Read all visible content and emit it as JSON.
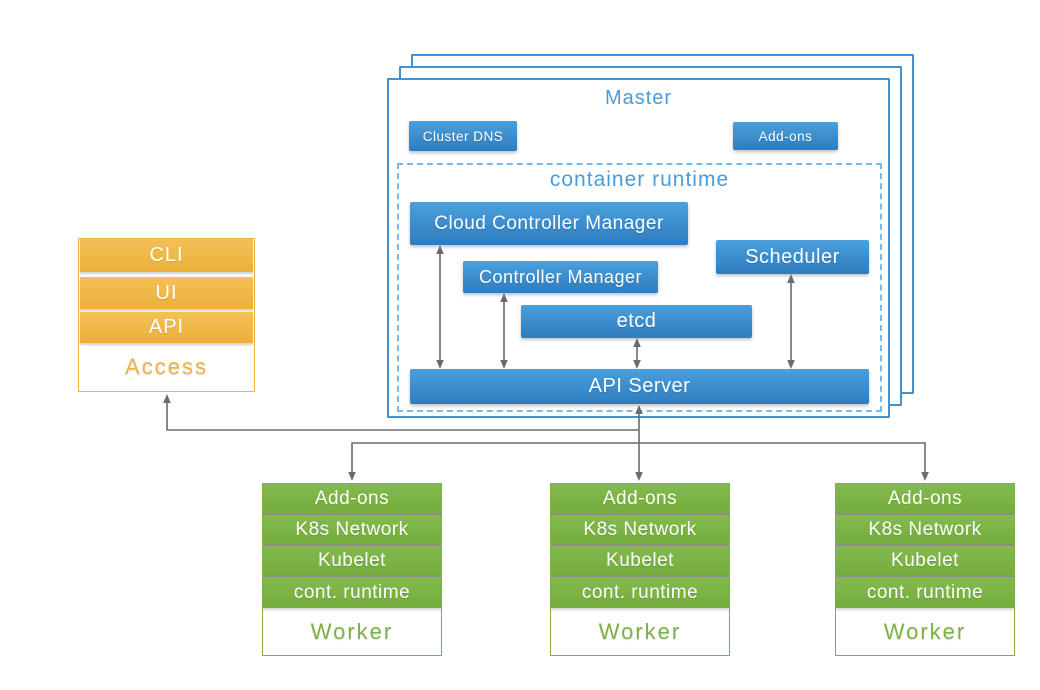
{
  "colors": {
    "master_border_blue": "#4292d2",
    "box_blue_top": "#4ba0dc",
    "box_blue_bottom": "#2e7cc0",
    "heading_light_blue": "#4a9bd9",
    "dashed_border_blue": "#79b9e9",
    "access_orange": "#efb544",
    "worker_green": "#7db345",
    "connector_gray": "#6b6b6b"
  },
  "master": {
    "title": "Master",
    "cluster_dns": "Cluster DNS",
    "addons": "Add-ons",
    "runtime_title": "container runtime",
    "components": {
      "ccm": "Cloud Controller Manager",
      "cm": "Controller Manager",
      "scheduler": "Scheduler",
      "etcd": "etcd",
      "api_server": "API Server"
    }
  },
  "access": {
    "rows": [
      "CLI",
      "UI",
      "API"
    ],
    "label": "Access"
  },
  "workers": {
    "nodes": [
      {
        "rows": [
          "Add-ons",
          "K8s Network",
          "Kubelet",
          "cont. runtime"
        ],
        "label": "Worker"
      },
      {
        "rows": [
          "Add-ons",
          "K8s Network",
          "Kubelet",
          "cont. runtime"
        ],
        "label": "Worker"
      },
      {
        "rows": [
          "Add-ons",
          "K8s Network",
          "Kubelet",
          "cont. runtime"
        ],
        "label": "Worker"
      }
    ]
  }
}
